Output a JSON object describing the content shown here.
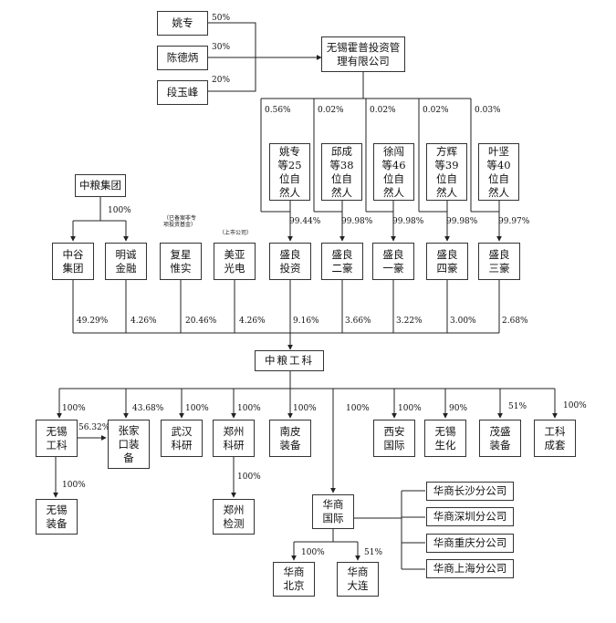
{
  "boxes": {
    "yaozhuan": "姚专",
    "chendebing": "陈德炳",
    "duanyufeng": "段玉峰",
    "wuxi_huopu": "无锡霍普投资管\n理有限公司",
    "np_yaozhuan": "姚专\n等25\n位自\n然人",
    "np_qiucheng": "邱成\n等38\n位自\n然人",
    "np_xuchuang": "徐闯\n等46\n位自\n然人",
    "np_fanghui": "方辉\n等39\n位自\n然人",
    "np_yejian": "叶坚\n等40\n位自\n然人",
    "zhongliang_jituan": "中粮集团",
    "zhonggu": "中谷\n集团",
    "mingcheng": "明诚\n金融",
    "fuxing": "复星\n惟实",
    "meiya": "美亚\n光电",
    "shengliang_touzi": "盛良\n投资",
    "shengliang_2": "盛良\n二豪",
    "shengliang_1": "盛良\n一豪",
    "shengliang_4": "盛良\n四豪",
    "shengliang_3": "盛良\n三豪",
    "zhongliang_gongke": "中粮工科",
    "wuxi_gongke": "无锡\n工科",
    "zhangjiakou": "张家\n口装\n备",
    "wuhan": "武汉\n科研",
    "zhengzhou_keyan": "郑州\n科研",
    "nanpi": "南皮\n装备",
    "xian": "西安\n国际",
    "wuxi_shenghua": "无锡\n生化",
    "maosheng": "茂盛\n装备",
    "gongke_chengtao": "工科\n成套",
    "wuxi_zhuangbei": "无锡\n装备",
    "zhengzhou_jiance": "郑州\n检测",
    "huashang": "华商\n国际",
    "huashang_beijing": "华商\n北京",
    "huashang_dalian": "华商\n大连",
    "br_changsha": "华商长沙分公司",
    "br_shenzhen": "华商深圳分公司",
    "br_chongqing": "华商重庆分公司",
    "br_shanghai": "华商上海分公司"
  },
  "notes": {
    "fuxing_note": "（已备案非专\n项投资基金）",
    "meiya_note": "（上市公司）"
  },
  "labels": {
    "p_yaozhuan": "50%",
    "p_chendebing": "30%",
    "p_duanyufeng": "20%",
    "p_hp1": "0.56%",
    "p_hp2": "0.02%",
    "p_hp3": "0.02%",
    "p_hp4": "0.02%",
    "p_hp5": "0.03%",
    "p_np1": "99.44%",
    "p_np2": "99.98%",
    "p_np3": "99.98%",
    "p_np4": "99.98%",
    "p_np5": "99.97%",
    "p_zlj": "100%",
    "s_zhonggu": "49.29%",
    "s_mingcheng": "4.26%",
    "s_fuxing": "20.46%",
    "s_meiya": "4.26%",
    "s_sltz": "9.16%",
    "s_sl2": "3.66%",
    "s_sl1": "3.22%",
    "s_sl4": "3.00%",
    "s_sl3": "2.68%",
    "c_wuxi": "100%",
    "c_zjk": "43.68%",
    "c_wuhan": "100%",
    "c_zz": "100%",
    "c_nanpi": "100%",
    "c_huashang": "100%",
    "c_xian": "100%",
    "c_shenghua": "90%",
    "c_maosheng": "51%",
    "c_chengtao": "100%",
    "c_wx_zjk": "56.32%",
    "c_wx_zb": "100%",
    "c_zz_jc": "100%",
    "c_hs_bj": "100%",
    "c_hs_dl": "51%"
  }
}
